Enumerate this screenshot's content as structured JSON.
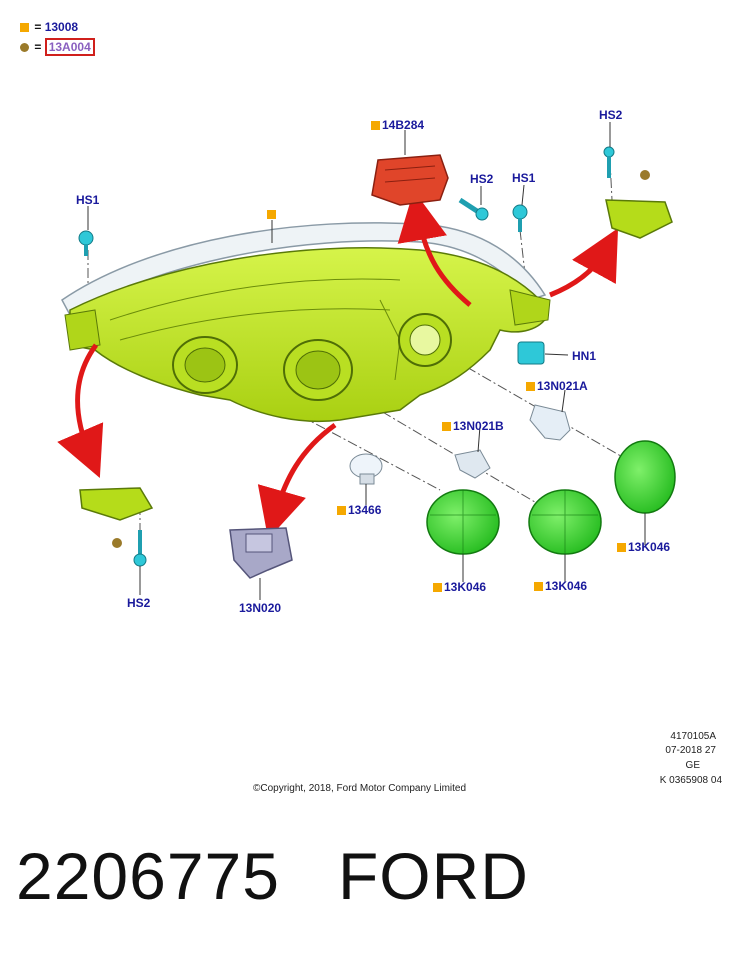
{
  "legend": {
    "items": [
      {
        "symbol": "orange-square",
        "text": "13008"
      },
      {
        "symbol": "brown-dot",
        "text": "13A004"
      }
    ],
    "equals": "="
  },
  "parts": {
    "p14B284": "14B284",
    "hs1_left": "HS1",
    "hs2_mid": "HS2",
    "hs1_mid": "HS1",
    "hs2_right": "HS2",
    "hn1": "HN1",
    "p13N021A": "13N021A",
    "p13N021B": "13N021B",
    "p13466": "13466",
    "p13K046_a": "13K046",
    "p13K046_b": "13K046",
    "p13K046_c": "13K046",
    "p13N020": "13N020",
    "hs2_left": "HS2"
  },
  "footer": {
    "copyright": "©Copyright, 2018, Ford Motor Company Limited",
    "ref1": "4170105A",
    "ref2": "07-2018 27",
    "ref3": "GE",
    "ref4": "K 0365908 04"
  },
  "caption": {
    "part_number": "2206775",
    "brand": "FORD"
  },
  "colors": {
    "housing": "#c8ee1a",
    "housing_dark": "#7a9a10",
    "cap": "#33dd2a",
    "motor": "#e0452a",
    "clip": "#2ec8d8",
    "arrow": "#e01818",
    "label": "#1a1a9c",
    "marker": "#f5a800"
  }
}
